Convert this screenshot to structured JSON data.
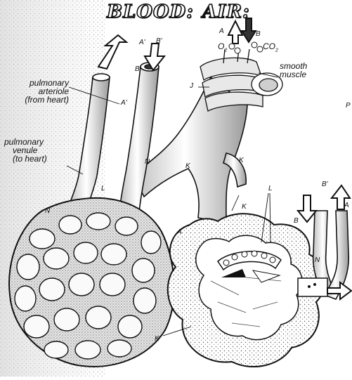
{
  "title": {
    "blood": "BLOOD:",
    "air": "AIR:"
  },
  "labels": {
    "pulmonary_arteriole": [
      "pulmonary",
      "arteriole",
      "(from heart)"
    ],
    "pulmonary_venule": [
      "pulmonary",
      "venule",
      "(to heart)"
    ],
    "smooth_muscle": [
      "smooth",
      "muscle"
    ],
    "o2": "O",
    "o2_sub": "2",
    "co2": "CO",
    "co2_sub": "2"
  },
  "letters": {
    "A": "A",
    "A_prime": "A'",
    "B": "B",
    "B_prime": "B'",
    "J": "J",
    "K": "K",
    "L": "L",
    "N": "N",
    "edge_letter": "P"
  },
  "colors": {
    "ink": "#111111",
    "paper": "#ffffff",
    "stipple": "#9a9a9a"
  }
}
